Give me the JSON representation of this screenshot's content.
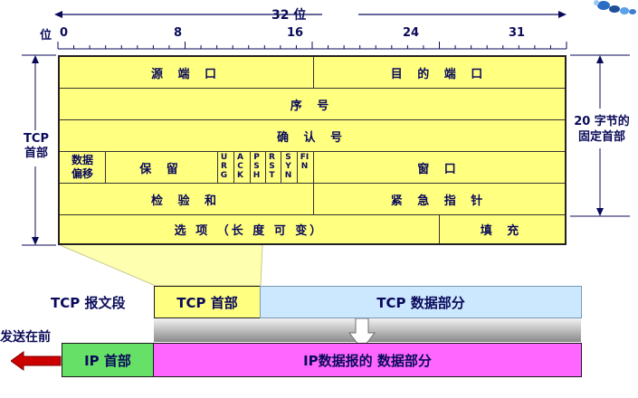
{
  "top_axis": {
    "span_label": "32 位",
    "bit_word": "位",
    "ticks": [
      "0",
      "8",
      "16",
      "24",
      "31"
    ]
  },
  "side_labels": {
    "left": [
      "TCP",
      "首部"
    ],
    "right": [
      "20 字节的",
      "固定首部"
    ]
  },
  "header_fields": {
    "source_port": "源 端 口",
    "dest_port": "目 的 端 口",
    "seq": "序  号",
    "ack_no": "确  认  号",
    "data_offset": [
      "数据",
      "偏移"
    ],
    "reserved": "保  留",
    "flags": [
      "URG",
      "ACK",
      "PSH",
      "RST",
      "SYN",
      "FIN"
    ],
    "window": "窗  口",
    "checksum": "检 验 和",
    "urgent_pointer": "紧 急 指 针",
    "options": "选  项  （长 度 可 变）",
    "padding": "填  充"
  },
  "segment": {
    "label": "TCP 报文段",
    "header": "TCP 首部",
    "data": "TCP 数据部分"
  },
  "ip_packet": {
    "send_label": "发送在前",
    "header": "IP 首部",
    "data": "IP数据报的 数据部分"
  },
  "colors": {
    "header_fill": "#ffff80",
    "segment_data": "#cce8ff",
    "ip_header": "#66e066",
    "ip_data": "#ff66ff",
    "arrow_red": "#cc0000",
    "text": "#0a0a5a"
  }
}
